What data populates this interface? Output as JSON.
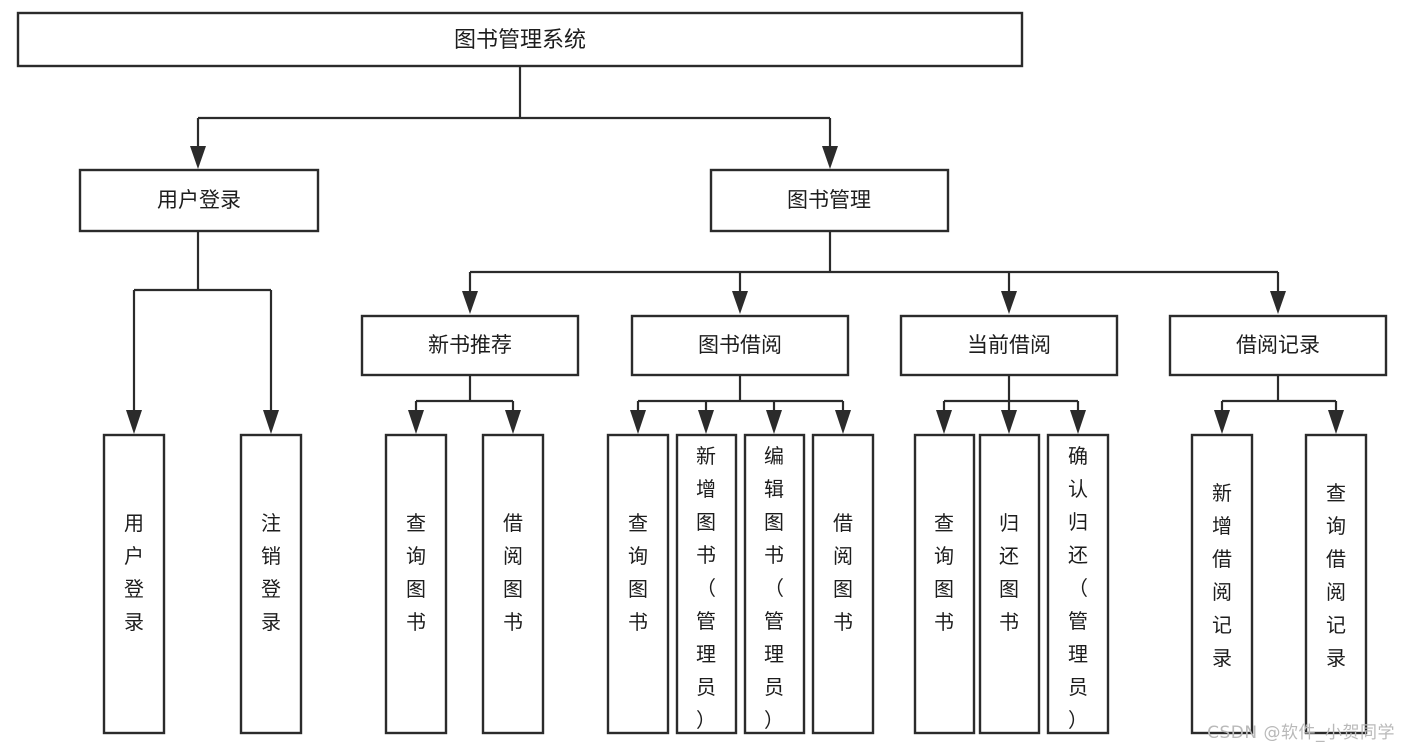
{
  "diagram": {
    "title": "图书管理系统",
    "type": "tree-hierarchy",
    "watermark": "CSDN @软件_小贺同学",
    "colors": {
      "stroke": "#2b2b2b",
      "fill": "#ffffff",
      "text": "#1d1d1d",
      "watermark": "#b9b9b9"
    },
    "root": {
      "label": "图书管理系统"
    },
    "level2": [
      {
        "label": "用户登录"
      },
      {
        "label": "图书管理"
      }
    ],
    "level3": [
      {
        "label": "新书推荐"
      },
      {
        "label": "图书借阅"
      },
      {
        "label": "当前借阅"
      },
      {
        "label": "借阅记录"
      }
    ],
    "leaves": {
      "user_login": [
        {
          "label": "用户登录"
        },
        {
          "label": "注销登录"
        }
      ],
      "new_book_recommend": [
        {
          "label": "查询图书"
        },
        {
          "label": "借阅图书"
        }
      ],
      "book_borrow": [
        {
          "label": "查询图书"
        },
        {
          "label": "新增图书（管理员）"
        },
        {
          "label": "编辑图书（管理员）"
        },
        {
          "label": "借阅图书"
        }
      ],
      "current_borrow": [
        {
          "label": "查询图书"
        },
        {
          "label": "归还图书"
        },
        {
          "label": "确认归还（管理员）"
        }
      ],
      "borrow_record": [
        {
          "label": "新增借阅记录"
        },
        {
          "label": "查询借阅记录"
        }
      ]
    }
  }
}
